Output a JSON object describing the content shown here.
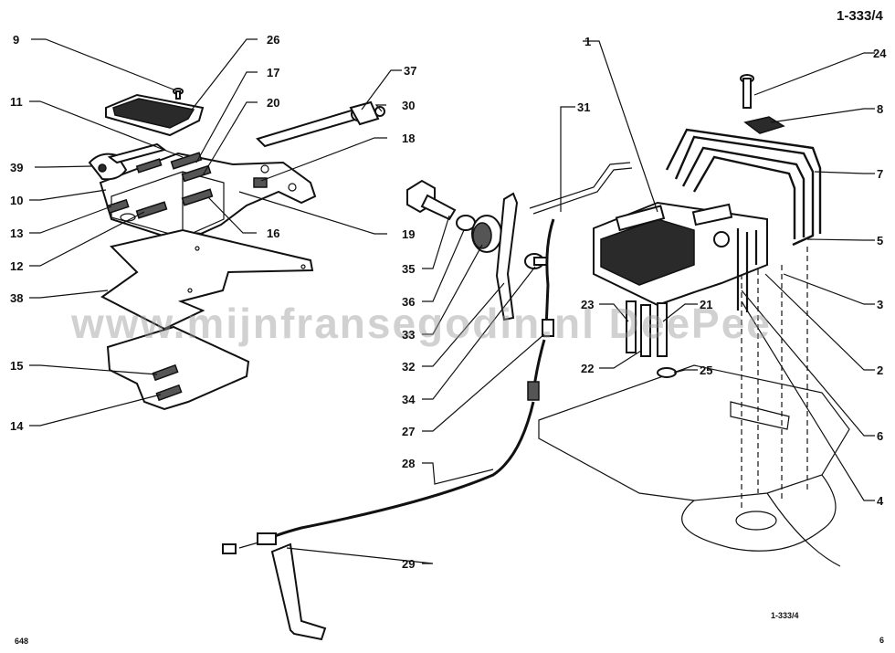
{
  "header": {
    "ref_top": "1-333/4",
    "ref_bottom": "1-333/4",
    "page_left": "648",
    "page_right": "6"
  },
  "watermark": "www.mijnfransegodin.nl  DeePee",
  "callouts": [
    {
      "id": "9",
      "text": "9"
    },
    {
      "id": "26",
      "text": "26"
    },
    {
      "id": "17",
      "text": "17"
    },
    {
      "id": "37",
      "text": "37"
    },
    {
      "id": "11",
      "text": "11"
    },
    {
      "id": "20",
      "text": "20"
    },
    {
      "id": "30",
      "text": "30"
    },
    {
      "id": "18",
      "text": "18"
    },
    {
      "id": "39",
      "text": "39"
    },
    {
      "id": "10",
      "text": "10"
    },
    {
      "id": "13",
      "text": "13"
    },
    {
      "id": "16",
      "text": "16"
    },
    {
      "id": "19",
      "text": "19"
    },
    {
      "id": "12",
      "text": "12"
    },
    {
      "id": "38",
      "text": "38"
    },
    {
      "id": "15",
      "text": "15"
    },
    {
      "id": "14",
      "text": "14"
    },
    {
      "id": "35",
      "text": "35"
    },
    {
      "id": "36",
      "text": "36"
    },
    {
      "id": "33",
      "text": "33"
    },
    {
      "id": "32",
      "text": "32"
    },
    {
      "id": "34",
      "text": "34"
    },
    {
      "id": "27",
      "text": "27"
    },
    {
      "id": "28",
      "text": "28"
    },
    {
      "id": "29",
      "text": "29"
    },
    {
      "id": "31",
      "text": "31"
    },
    {
      "id": "1",
      "text": "1"
    },
    {
      "id": "24",
      "text": "24"
    },
    {
      "id": "8",
      "text": "8"
    },
    {
      "id": "7",
      "text": "7"
    },
    {
      "id": "5",
      "text": "5"
    },
    {
      "id": "3",
      "text": "3"
    },
    {
      "id": "2",
      "text": "2"
    },
    {
      "id": "23",
      "text": "23"
    },
    {
      "id": "21",
      "text": "21"
    },
    {
      "id": "22",
      "text": "22"
    },
    {
      "id": "25",
      "text": "25"
    },
    {
      "id": "6",
      "text": "6"
    },
    {
      "id": "4",
      "text": "4"
    }
  ]
}
